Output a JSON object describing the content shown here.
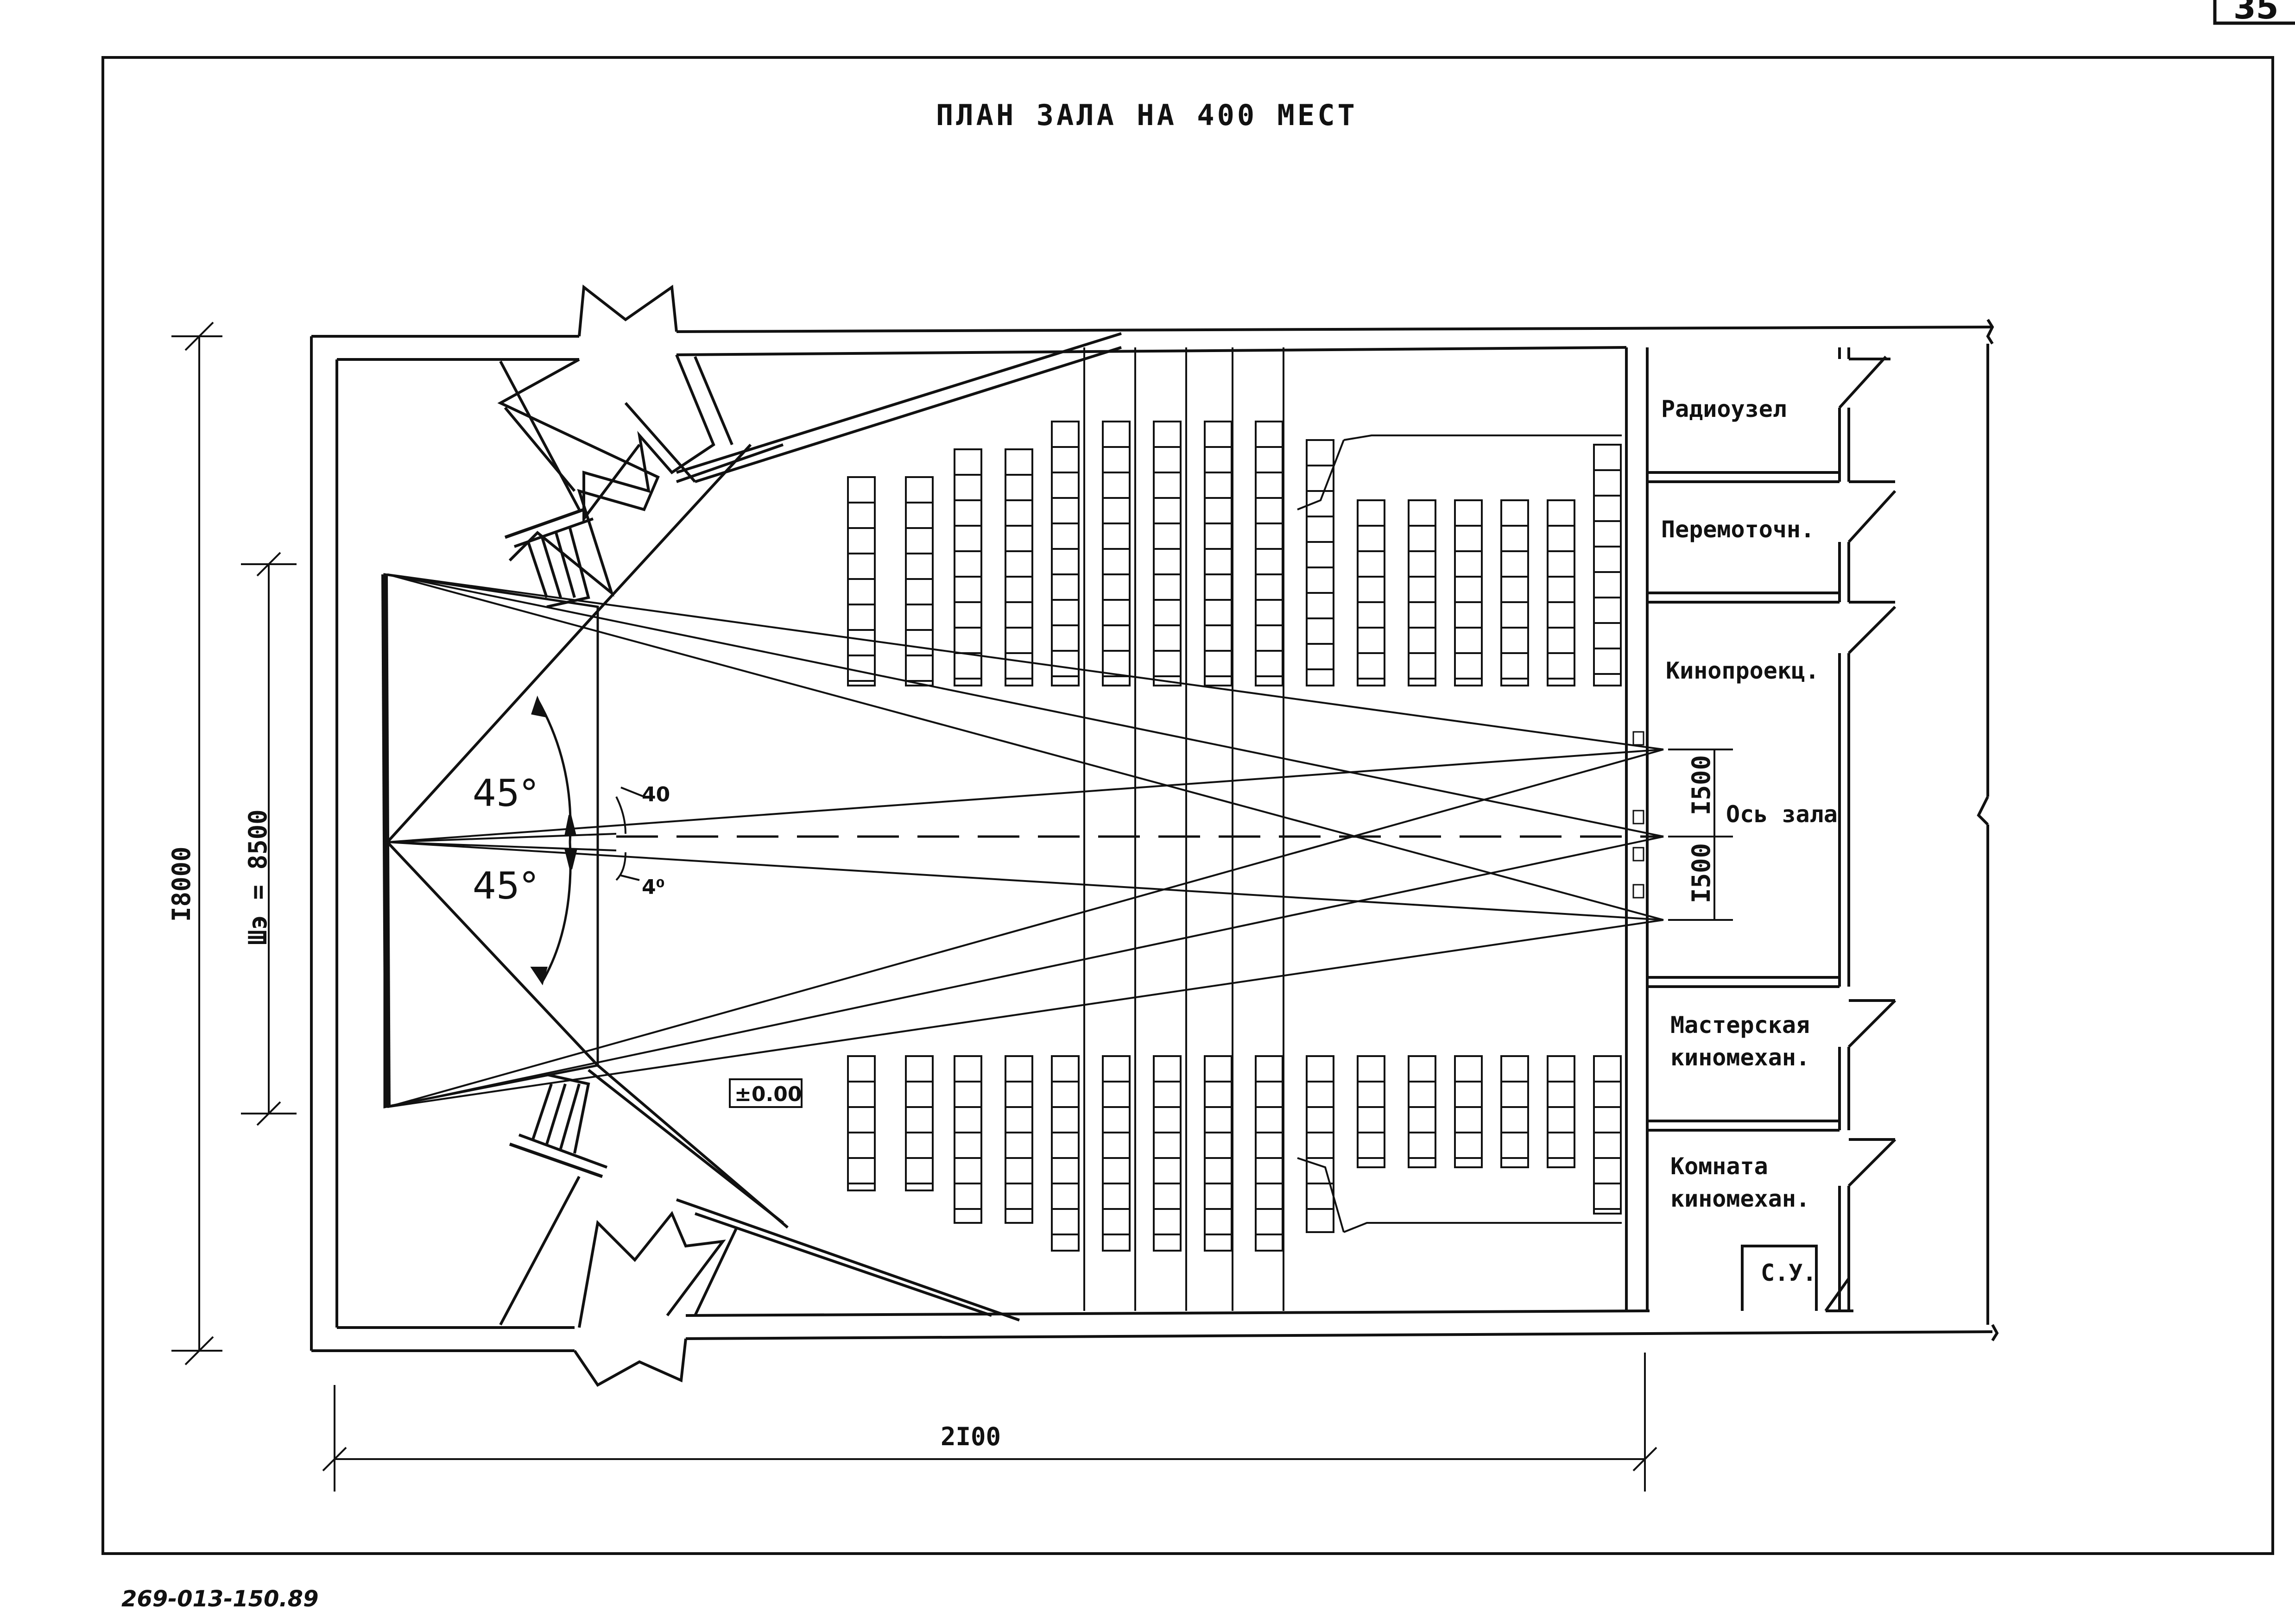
{
  "sheet": {
    "page_number": "35",
    "title": "ПЛАН ЗАЛА НА 400 МЕСТ",
    "drawing_code": "269-013-150.89"
  },
  "rooms": {
    "radio": "Радиоузел",
    "rewind": "Перемоточн.",
    "projection": "Кинопроекц.",
    "workshop_line1": "Мастерская",
    "workshop_line2": "киномехан.",
    "room_line1": "Комната",
    "room_line2": "киномехан.",
    "wc": "С.У."
  },
  "dimensions": {
    "overall_width": "I8000",
    "screen_width": "Шэ = 8500",
    "hall_length": "2I00",
    "port_spacing_upper": "I500",
    "port_spacing_lower": "I500",
    "hall_axis": "Ось зала",
    "floor_level": "±0.00"
  },
  "angles": {
    "upper": "45°",
    "lower": "45°",
    "small_upper": "40",
    "small_lower": "4⁰"
  }
}
